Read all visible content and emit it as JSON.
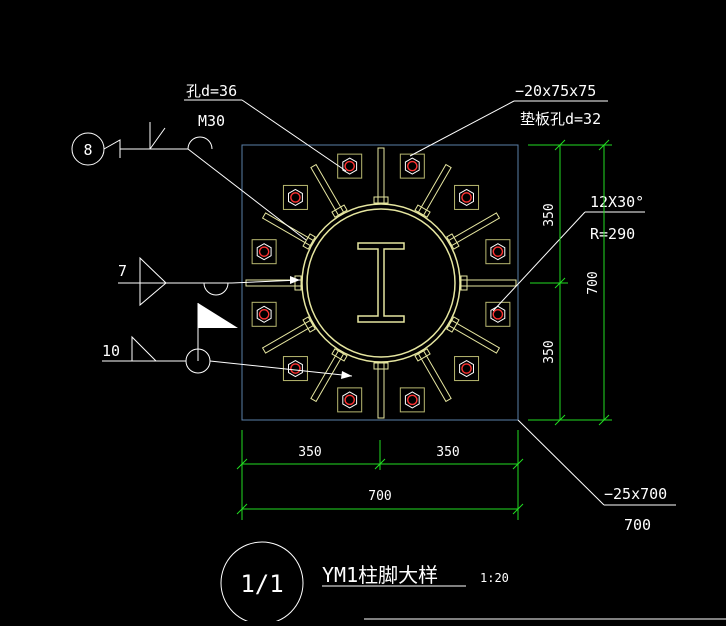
{
  "colors": {
    "background": "#000000",
    "white": "#ffffff",
    "green": "#22dd22",
    "yellow": "#e6e6a0",
    "plate_edge": "#5a7fa8",
    "red": "#ff3333",
    "bolt_pad": "#b8b870"
  },
  "labels": {
    "hole_d": "孔d=36",
    "m30": "M30",
    "angle_spec": "−20x75x75",
    "washer_hole": "垫板孔d=32",
    "stiffener_spec": "12X30°",
    "radius": "R=290",
    "weld_8": "8",
    "weld_7": "7",
    "weld_10": "10",
    "plate_spec": "−25x700",
    "plate_size": "700",
    "dim_half_left": "350",
    "dim_half_right": "350",
    "dim_total": "700",
    "dim_vert_top": "350",
    "dim_vert_bottom": "350",
    "dim_vert_total": "700"
  },
  "title": {
    "number": "1/1",
    "name": "YM1柱脚大样",
    "scale": "1:20"
  }
}
